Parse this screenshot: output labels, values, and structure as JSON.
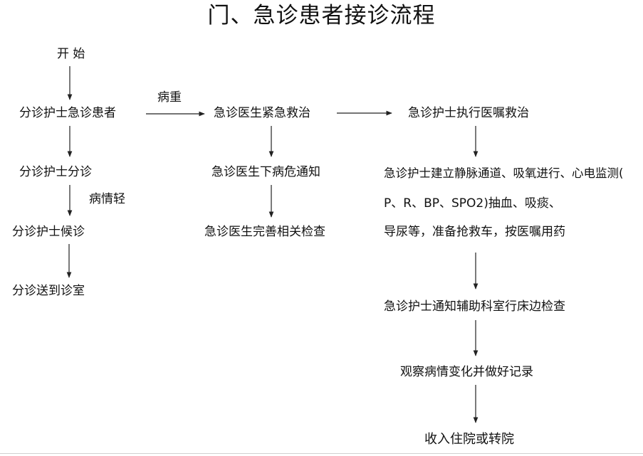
{
  "title": "门、急诊患者接诊流程",
  "nodes": {
    "start": "开 始",
    "triage_emergency": "分诊护士急诊患者",
    "triage": "分诊护士分诊",
    "wait": "分诊护士候诊",
    "send_to_room": "分诊送到诊室",
    "doctor_rescue": "急诊医生紧急救治",
    "critical_notice": "急诊医生下病危通知",
    "complete_exams": "急诊医生完善相关检查",
    "nurse_execute": "急诊护士执行医嘱救治",
    "nurse_care_line1": "急诊护士建立静脉通道、吸氧进行、心电监测(",
    "nurse_care_line2": "P、R、BP、SPO2)抽血、吸痰、",
    "nurse_care_line3": "导尿等，准备抢救车，按医嘱用药",
    "bedside_exam": "急诊护士通知辅助科室行床边检查",
    "observe": "观察病情变化并做好记录",
    "admit_transfer": "收入住院或转院"
  },
  "edge_labels": {
    "severe": "病重",
    "mild": "病情轻"
  },
  "colors": {
    "text": "#111111",
    "arrow": "#222222"
  }
}
